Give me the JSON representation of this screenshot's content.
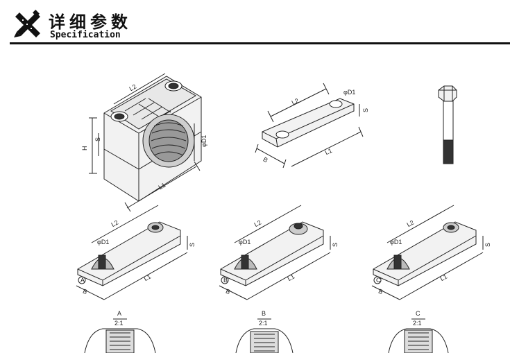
{
  "header": {
    "title_zh": "详细参数",
    "title_en": "Specification"
  },
  "labels": {
    "L1": "L1",
    "L2": "L2",
    "H": "H",
    "S": "S",
    "B": "B",
    "D1": "φD1"
  },
  "details": [
    {
      "mark": "A",
      "scale": "2:1"
    },
    {
      "mark": "B",
      "scale": "2:1"
    },
    {
      "mark": "C",
      "scale": "2:1"
    }
  ],
  "colors": {
    "rule": "#111111",
    "line": "#222222",
    "fill_light": "#f2f2f2",
    "fill_dark": "#333333"
  }
}
